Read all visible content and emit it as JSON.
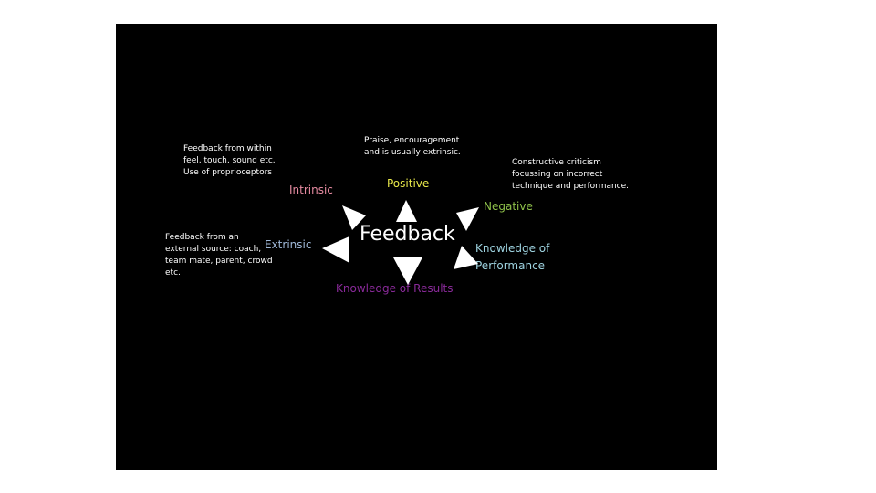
{
  "center": "Feedback",
  "labels": {
    "positive": "Positive",
    "negative": "Negative",
    "intrinsic": "Intrinsic",
    "extrinsic": "Extrinsic",
    "kop_line1": "Knowledge of",
    "kop_line2": "Performance",
    "kor": "Knowledge of Results"
  },
  "notes": {
    "intrinsic": [
      "Feedback from within",
      "feel, touch, sound etc.",
      "Use of proprioceptors"
    ],
    "positive": [
      "Praise, encouragement",
      "and is usually extrinsic."
    ],
    "negative": [
      "Constructive criticism",
      "focussing on incorrect",
      "technique and performance."
    ],
    "extrinsic": [
      "Feedback from an",
      "external source: coach,",
      "team mate, parent, crowd",
      "etc."
    ]
  },
  "colors": {
    "background": "#000000",
    "center": "#ffffff",
    "positive": "#e8e84a",
    "negative": "#8fc14a",
    "intrinsic": "#e58aa0",
    "extrinsic": "#9fb8d8",
    "knowledge_of_performance": "#9ed3e0",
    "knowledge_of_results": "#8a2a9a",
    "arrow": "#ffffff"
  }
}
